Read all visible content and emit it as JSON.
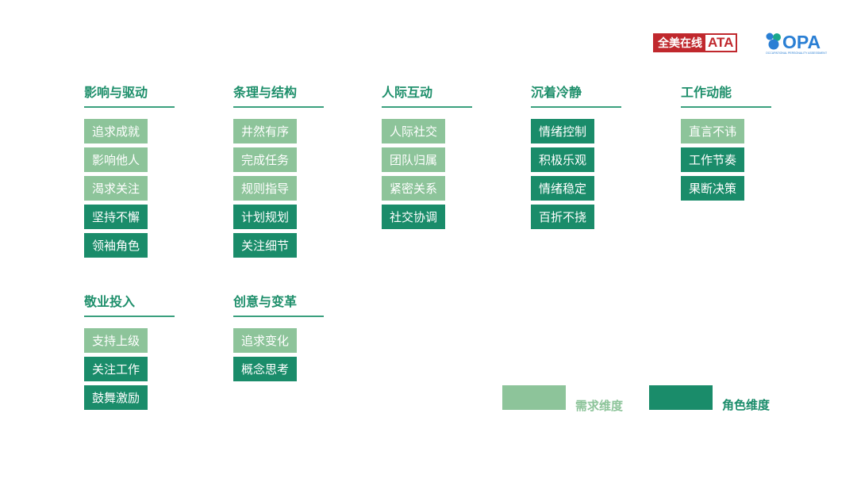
{
  "logos": {
    "ata_cn": "全美在线",
    "ata_en": "ATA",
    "opa_word": "OPA",
    "opa_sub": "OCCUPATIONAL PERSONALITY ASSESSMENT"
  },
  "colors": {
    "need": "#8dc49a",
    "role": "#1a8c6a",
    "title": "#1e8f6b"
  },
  "groups": [
    {
      "title": "影响与驱动",
      "items": [
        {
          "label": "追求成就",
          "kind": "need"
        },
        {
          "label": "影响他人",
          "kind": "need"
        },
        {
          "label": "渴求关注",
          "kind": "need"
        },
        {
          "label": "坚持不懈",
          "kind": "role"
        },
        {
          "label": "领袖角色",
          "kind": "role"
        }
      ]
    },
    {
      "title": "条理与结构",
      "items": [
        {
          "label": "井然有序",
          "kind": "need"
        },
        {
          "label": "完成任务",
          "kind": "need"
        },
        {
          "label": "规则指导",
          "kind": "need"
        },
        {
          "label": "计划规划",
          "kind": "role"
        },
        {
          "label": "关注细节",
          "kind": "role"
        }
      ]
    },
    {
      "title": "人际互动",
      "items": [
        {
          "label": "人际社交",
          "kind": "need"
        },
        {
          "label": "团队归属",
          "kind": "need"
        },
        {
          "label": "紧密关系",
          "kind": "need"
        },
        {
          "label": "社交协调",
          "kind": "role"
        }
      ]
    },
    {
      "title": "沉着冷静",
      "items": [
        {
          "label": "情绪控制",
          "kind": "role"
        },
        {
          "label": "积极乐观",
          "kind": "role"
        },
        {
          "label": "情绪稳定",
          "kind": "role"
        },
        {
          "label": "百折不挠",
          "kind": "role"
        }
      ]
    },
    {
      "title": "工作动能",
      "items": [
        {
          "label": "直言不讳",
          "kind": "need"
        },
        {
          "label": "工作节奏",
          "kind": "role"
        },
        {
          "label": "果断决策",
          "kind": "role"
        }
      ]
    },
    {
      "title": "敬业投入",
      "items": [
        {
          "label": "支持上级",
          "kind": "need"
        },
        {
          "label": "关注工作",
          "kind": "role"
        },
        {
          "label": "鼓舞激励",
          "kind": "role"
        }
      ]
    },
    {
      "title": "创意与变革",
      "items": [
        {
          "label": "追求变化",
          "kind": "need"
        },
        {
          "label": "概念思考",
          "kind": "role"
        }
      ]
    }
  ],
  "legend": {
    "need_label": "需求维度",
    "role_label": "角色维度"
  }
}
